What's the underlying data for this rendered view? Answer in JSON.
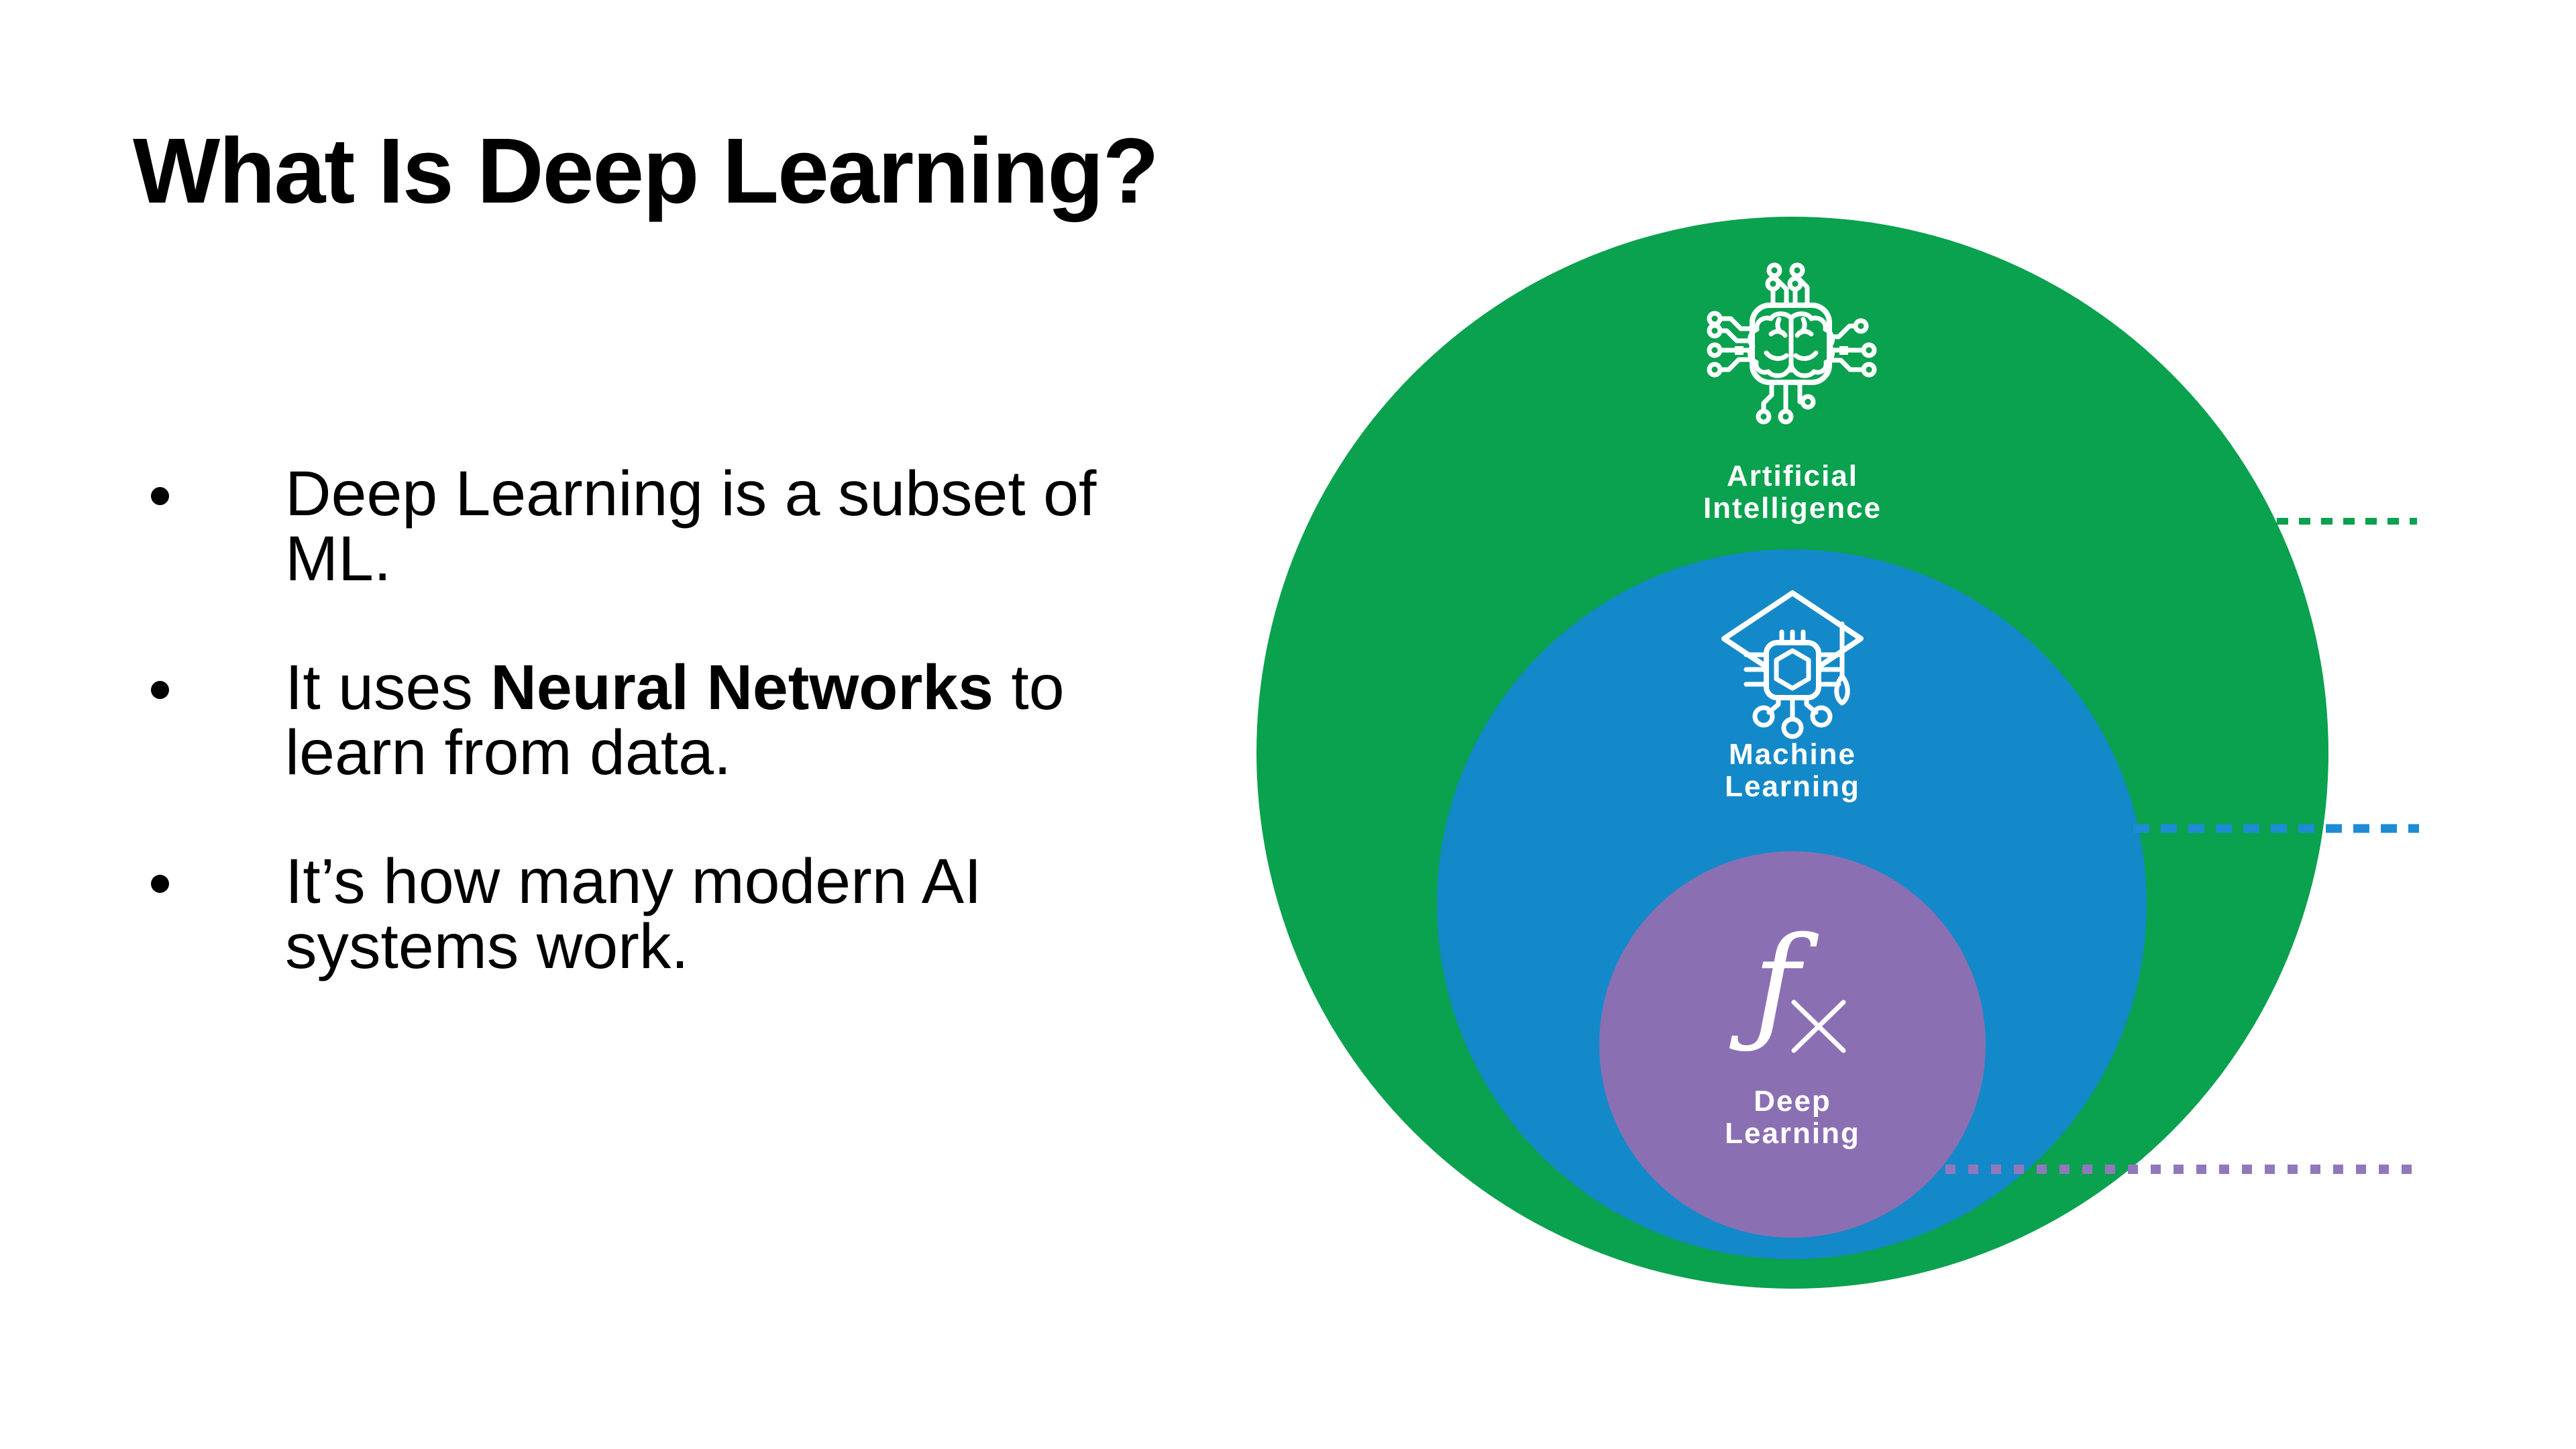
{
  "slide": {
    "title": "What Is Deep Learning?",
    "bullets": [
      {
        "pre": "Deep Learning is a subset of ML.",
        "bold": "",
        "post": ""
      },
      {
        "pre": "It uses ",
        "bold": "Neural Networks",
        "post": " to learn from data."
      },
      {
        "pre": "It’s how many modern AI systems work.",
        "bold": "",
        "post": ""
      }
    ]
  },
  "diagram": {
    "outer": {
      "label_line1": "Artificial",
      "label_line2": "Intelligence",
      "icon": "chip-brain-icon",
      "color": "#0AA14F",
      "dash_color": "#0AA14F"
    },
    "middle": {
      "label_line1": "Machine",
      "label_line2": "Learning",
      "icon": "graduation-cap-chip-icon",
      "color": "#1489C9",
      "dash_color": "#1D8CD3"
    },
    "inner": {
      "label_line1": "Deep",
      "label_line2": "Learning",
      "icon": "fx-function-icon",
      "fx_glyph": "ƒ",
      "color": "#8B6FB3",
      "dash_color": "#9178BC"
    }
  }
}
